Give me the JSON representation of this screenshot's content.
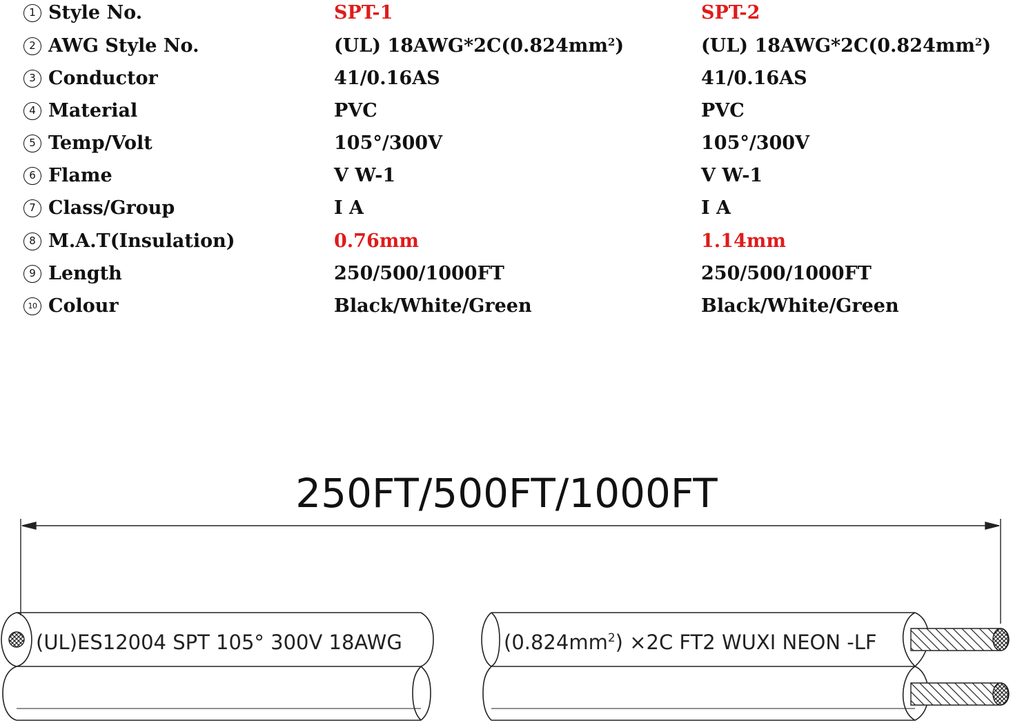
{
  "specs": [
    {
      "num": "1",
      "label": "Style No.",
      "spt1": "SPT-1",
      "spt2": "SPT-2"
    },
    {
      "num": "2",
      "label": "AWG Style No.",
      "spt1": "(UL) 18AWG*2C(0.824mm",
      "spt2": "(UL) 18AWG*2C(0.824mm"
    },
    {
      "num": "3",
      "label": "Conductor",
      "spt1": "41/0.16AS",
      "spt2": "41/0.16AS"
    },
    {
      "num": "4",
      "label": "Material",
      "spt1": "PVC",
      "spt2": "PVC"
    },
    {
      "num": "5",
      "label": "Temp/Volt",
      "spt1": "105°/300V",
      "spt2": "105°/300V"
    },
    {
      "num": "6",
      "label": "Flame",
      "spt1": "V W-1",
      "spt2": "V W-1"
    },
    {
      "num": "7",
      "label": "Class/Group",
      "spt1": "I A",
      "spt2": "I A"
    },
    {
      "num": "8",
      "label": "M.A.T(Insulation)",
      "spt1": "0.76mm",
      "spt2": "1.14mm"
    },
    {
      "num": "9",
      "label": "Length",
      "spt1": "250/500/1000FT",
      "spt2": "250/500/1000FT"
    },
    {
      "num": "10",
      "label": "Colour",
      "spt1": "Black/White/Green",
      "spt2": "Black/White/Green"
    }
  ],
  "awg_suffix": {
    "sup": "2",
    "close": ")"
  },
  "accent_color": "#e01b1b",
  "diagram": {
    "length_label": "250FT/500FT/1000FT",
    "print_left": "(UL)ES12004 SPT 105° 300V 18AWG",
    "print_right_pre": "(0.824mm",
    "print_right_sup": "2",
    "print_right_post": ")   ×2C FT2 WUXI NEON -LF"
  }
}
